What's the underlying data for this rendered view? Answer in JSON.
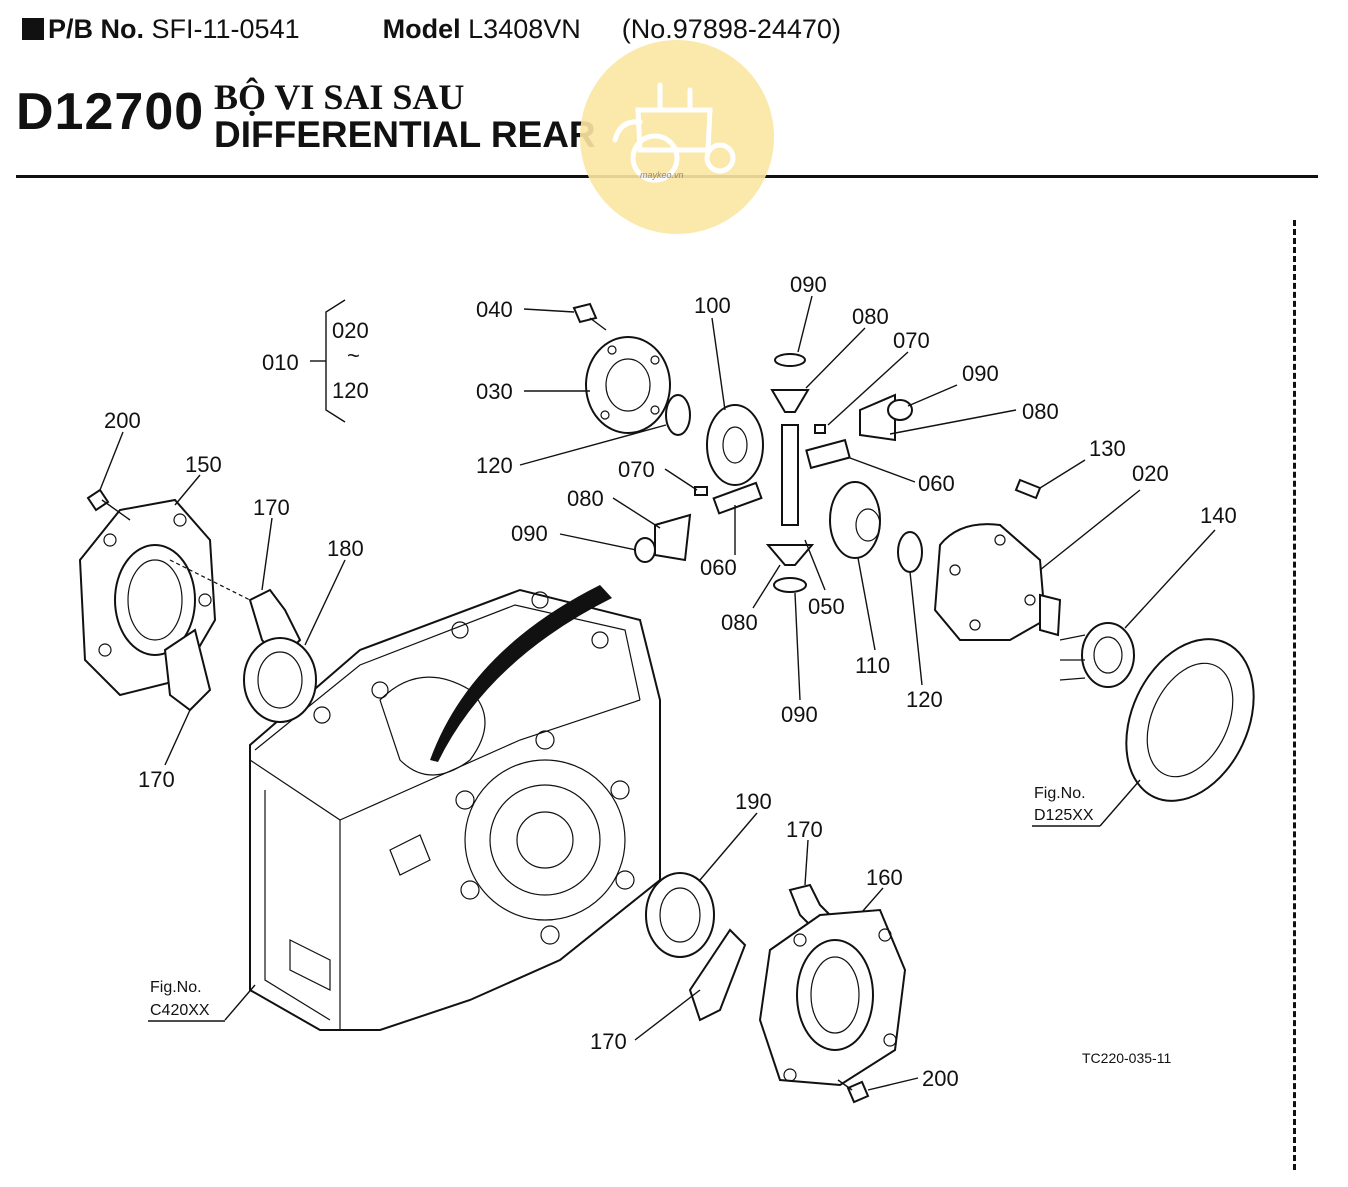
{
  "header": {
    "pb_label": "P/B No.",
    "pb_value": "SFI-11-0541",
    "model_label": "Model",
    "model_value": "L3408VN",
    "serial": "(No.97898-24470)"
  },
  "section": {
    "code": "D12700",
    "title_vn": "BỘ VI SAI SAU",
    "title_en": "DIFFERENTIAL REAR"
  },
  "watermark": {
    "text": "maykeo.vn",
    "color": "#fbe6a2"
  },
  "assembly": {
    "parent": "010",
    "first": "020",
    "tilde": "~",
    "last": "120"
  },
  "callouts": {
    "c040": "040",
    "c030": "030",
    "c120a": "120",
    "c100": "100",
    "c090a": "090",
    "c080a": "080",
    "c070a": "070",
    "c090b": "090",
    "c080b": "080",
    "c060a": "060",
    "c070b": "070",
    "c080c": "080",
    "c090c": "090",
    "c060b": "060",
    "c080d": "080",
    "c050": "050",
    "c090d": "090",
    "c110": "110",
    "c120b": "120",
    "c130": "130",
    "c020": "020",
    "c140": "140",
    "c200a": "200",
    "c150": "150",
    "c170a": "170",
    "c180": "180",
    "c170b": "170",
    "c190": "190",
    "c170c": "170",
    "c160": "160",
    "c170d": "170",
    "c200b": "200"
  },
  "figrefs": {
    "fig_label": "Fig.No.",
    "d125": "D125XX",
    "c420": "C420XX"
  },
  "drawing_id": "TC220-035-11"
}
